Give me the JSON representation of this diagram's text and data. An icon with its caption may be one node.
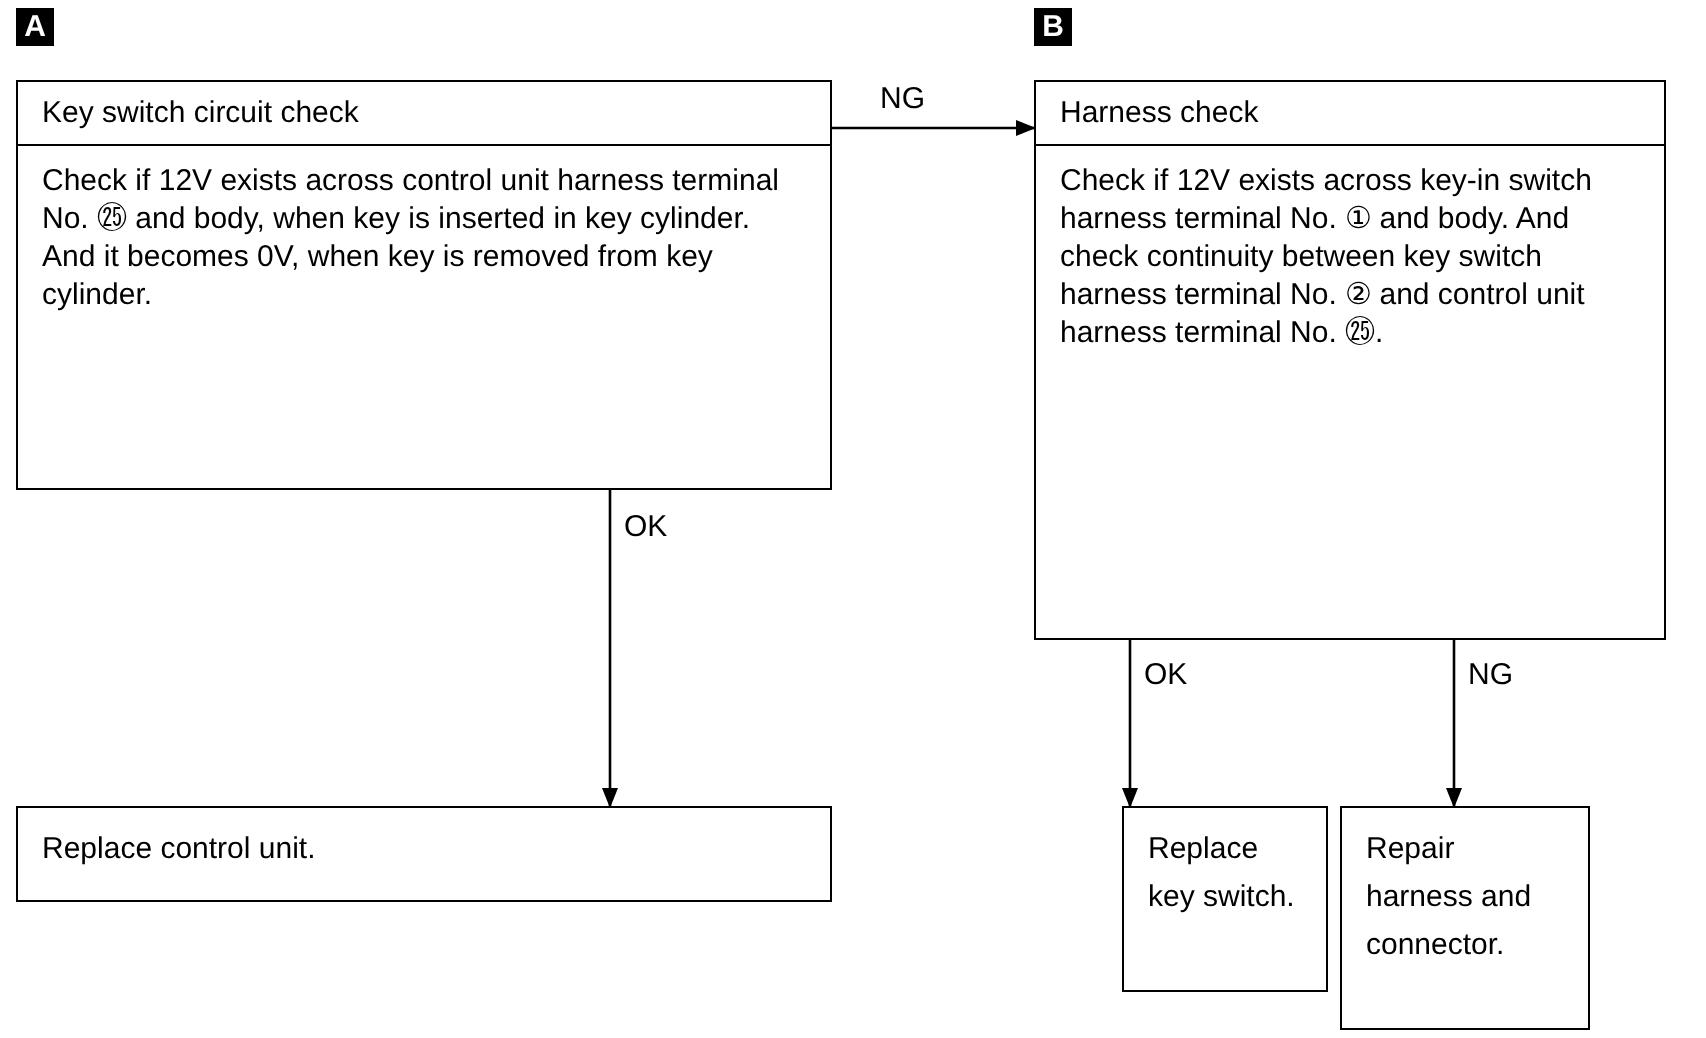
{
  "diagram": {
    "nodes": [
      {
        "text": [
          "Key switch circuit check",
          "Check if 12V exists across control unit harness terminal No. ㉕ and body, when key is inserted in key cylinder. And it becomes 0V, when key is removed from key cylinder."
        ]
      },
      {
        "text": [
          "Harness check",
          "Check if 12V exists across key-in switch harness terminal No. ① and body. And check continuity between key switch harness terminal No. ② and control unit harness terminal No. ㉕."
        ]
      },
      {
        "text": [
          "Replace control unit."
        ]
      },
      {
        "text": [
          "Replace key switch."
        ]
      },
      {
        "text": [
          "Repair harness and connector."
        ]
      }
    ],
    "edges": [
      {
        "from": 0,
        "to": 1,
        "arrow": "to",
        "label": "NG"
      },
      {
        "from": 0,
        "to": 2,
        "arrow": "to",
        "label": "OK"
      },
      {
        "from": 1,
        "to": 3,
        "arrow": "to",
        "label": "OK"
      },
      {
        "from": 1,
        "to": 4,
        "arrow": "to",
        "label": "NG"
      }
    ],
    "labels": [
      "A",
      "B"
    ]
  }
}
